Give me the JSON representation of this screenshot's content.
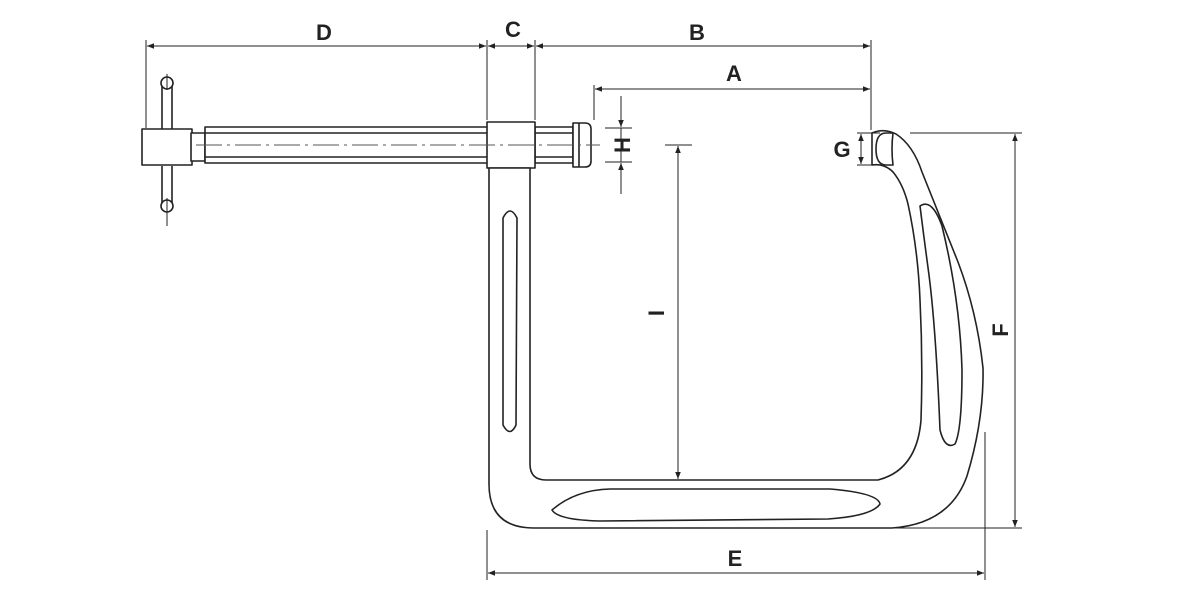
{
  "diagram": {
    "labels": {
      "A": "A",
      "B": "B",
      "C": "C",
      "D": "D",
      "E": "E",
      "F": "F",
      "G": "G",
      "H": "H",
      "I": "I"
    },
    "colors": {
      "line": "#222222",
      "background": "#ffffff",
      "centerline": "#555555"
    }
  }
}
